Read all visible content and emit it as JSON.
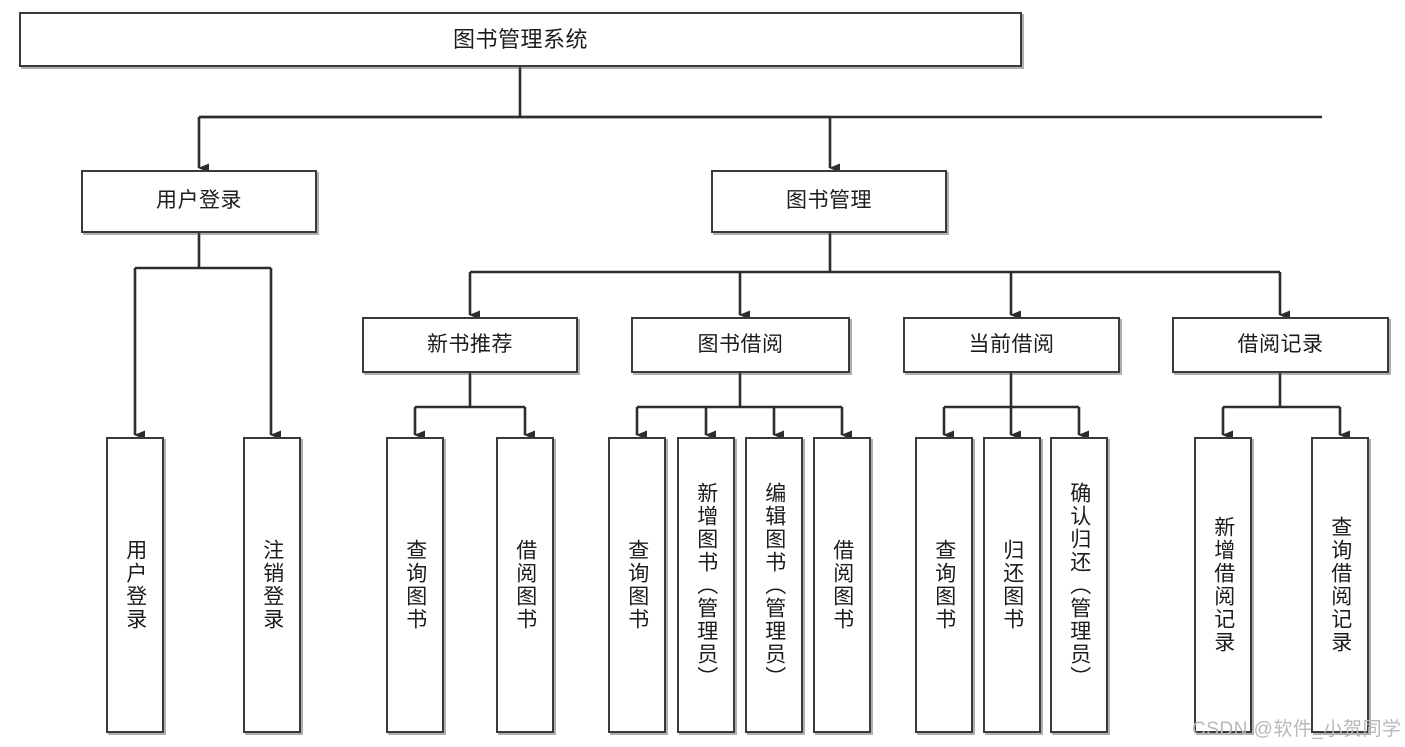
{
  "diagram": {
    "title": "图书管理系统",
    "type": "tree-hierarchy-chart",
    "watermark": "CSDN @软件_小贺同学",
    "line_color": "#3a3a3a",
    "box_fill": "#ffffff",
    "text_color": "#1c1c1c"
  },
  "nodes": {
    "root": {
      "label": "图书管理系统"
    },
    "level2": [
      {
        "label": "用户登录"
      },
      {
        "label": "图书管理"
      }
    ],
    "level3": [
      {
        "label": "新书推荐"
      },
      {
        "label": "图书借阅"
      },
      {
        "label": "当前借阅"
      },
      {
        "label": "借阅记录"
      }
    ],
    "leaves_user_login": [
      {
        "label": "用户登录"
      },
      {
        "label": "注销登录"
      }
    ],
    "leaves_new_book": [
      {
        "label": "查询图书"
      },
      {
        "label": "借阅图书"
      }
    ],
    "leaves_borrow": [
      {
        "label": "查询图书"
      },
      {
        "label": "新增图书（管理员）"
      },
      {
        "label": "编辑图书（管理员）"
      },
      {
        "label": "借阅图书"
      }
    ],
    "leaves_current": [
      {
        "label": "查询图书"
      },
      {
        "label": "归还图书"
      },
      {
        "label": "确认归还（管理员）"
      }
    ],
    "leaves_records": [
      {
        "label": "新增借阅记录"
      },
      {
        "label": "查询借阅记录"
      }
    ]
  }
}
